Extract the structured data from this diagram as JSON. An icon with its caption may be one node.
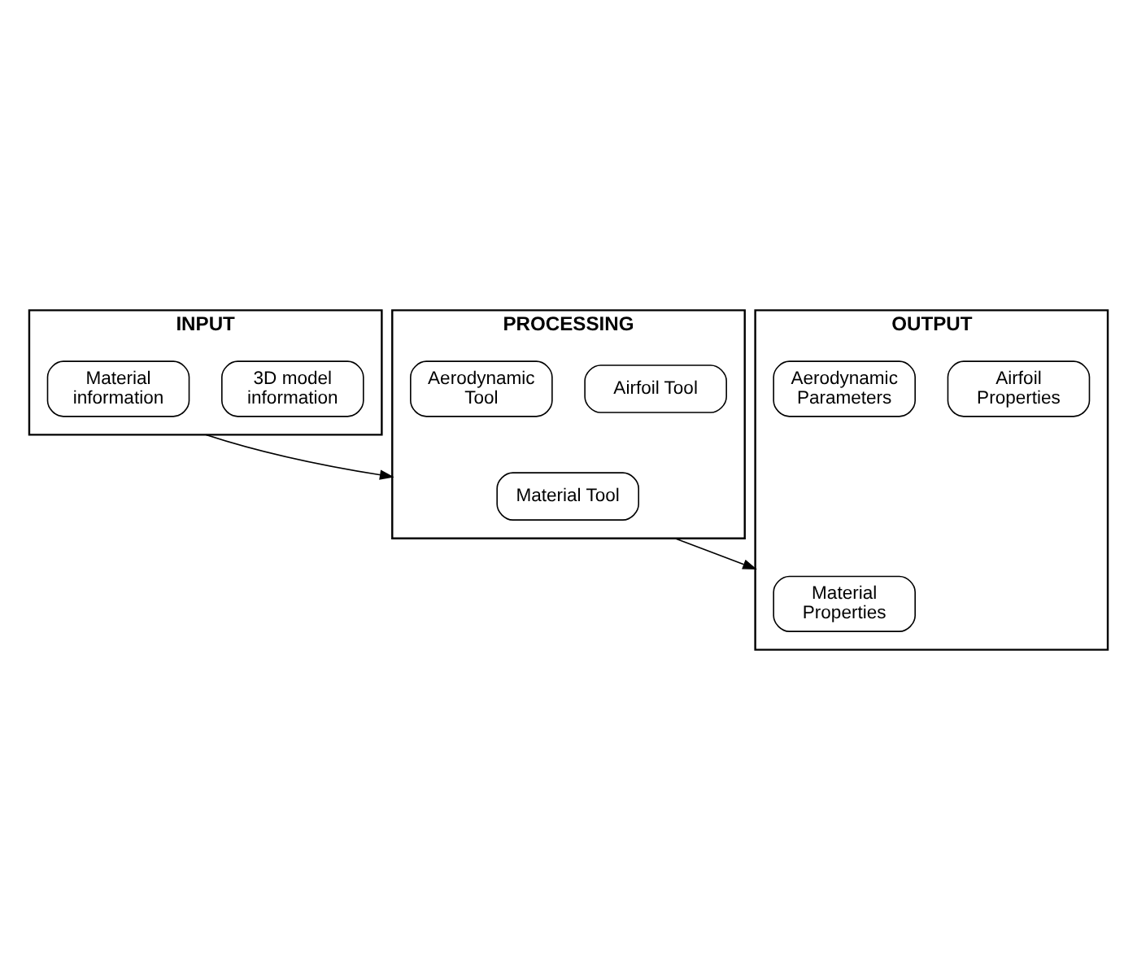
{
  "diagram": {
    "nodes": [
      {
        "text": [
          "INPUT"
        ]
      },
      {
        "text": [
          "3D model information"
        ],
        "in": 0
      },
      {
        "text": [
          "Material information"
        ],
        "in": 0
      },
      {
        "text": [
          "PROCESSING"
        ]
      },
      {
        "text": [
          "Airfoil Tool"
        ],
        "in": 3
      },
      {
        "text": [
          "Material Tool"
        ],
        "in": 3
      },
      {
        "text": [
          "Aerodynamic Tool"
        ],
        "in": 3
      },
      {
        "text": [
          "OUTPUT"
        ]
      },
      {
        "text": [
          "Airfoil Properties"
        ],
        "in": 7
      },
      {
        "text": [
          "Material Properties"
        ],
        "in": 7
      },
      {
        "text": [
          "Aerodynamic Parameters"
        ],
        "in": 7
      }
    ],
    "edges": [
      {
        "from": 0,
        "to": 3,
        "arrow": "to"
      },
      {
        "from": 3,
        "to": 7,
        "arrow": "to"
      }
    ]
  }
}
